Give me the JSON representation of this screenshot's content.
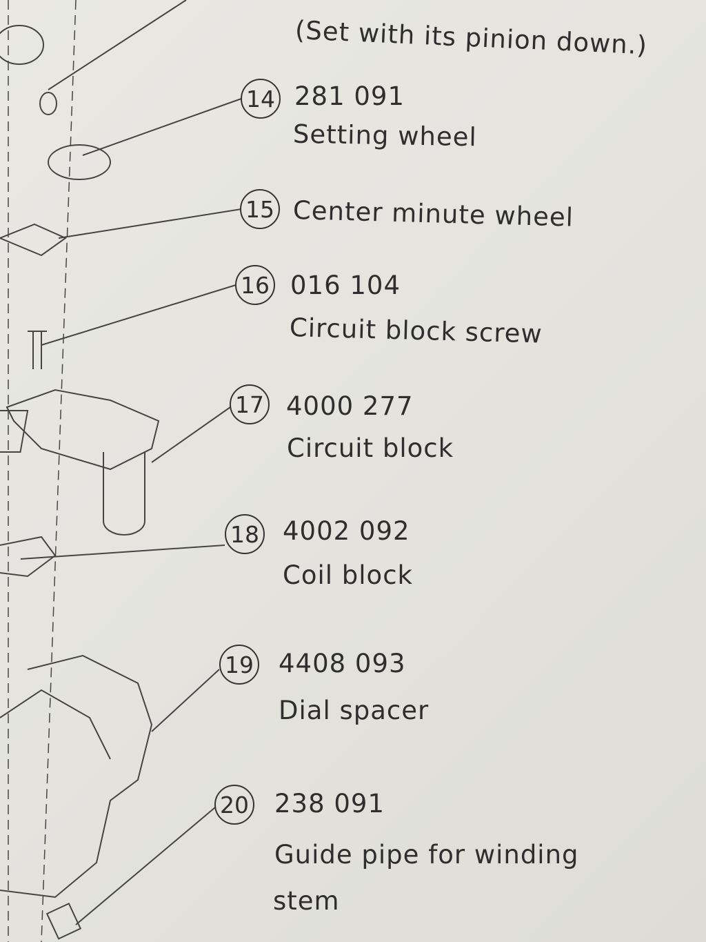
{
  "note": "(Set with its pinion down.)",
  "parts": [
    {
      "index": "14",
      "code": "281 091",
      "name": "Setting wheel"
    },
    {
      "index": "15",
      "code": "",
      "name": "Center minute wheel"
    },
    {
      "index": "16",
      "code": "016 104",
      "name": "Circuit block screw"
    },
    {
      "index": "17",
      "code": "4000 277",
      "name": "Circuit block"
    },
    {
      "index": "18",
      "code": "4002 092",
      "name": "Coil block"
    },
    {
      "index": "19",
      "code": "4408 093",
      "name": "Dial spacer"
    },
    {
      "index": "20",
      "code": "238 091",
      "name": "Guide pipe for winding",
      "name2": "stem"
    }
  ]
}
